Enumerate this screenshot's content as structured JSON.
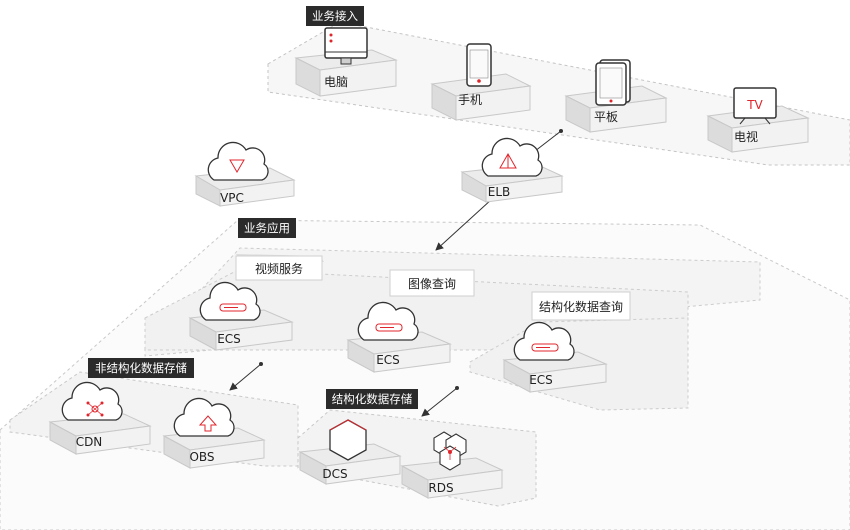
{
  "groups": {
    "access": {
      "title": "业务接入"
    },
    "app": {
      "title": "业务应用"
    },
    "unstructured": {
      "title": "非结构化数据存储"
    },
    "structured": {
      "title": "结构化数据存储"
    }
  },
  "devices": {
    "pc": {
      "label": "电脑"
    },
    "phone": {
      "label": "手机"
    },
    "tablet": {
      "label": "平板"
    },
    "tv": {
      "label": "电视",
      "screen_text": "TV"
    }
  },
  "network": {
    "vpc": {
      "label": "VPC"
    },
    "elb": {
      "label": "ELB"
    }
  },
  "services": {
    "video": {
      "title": "视频服务",
      "node": "ECS"
    },
    "image": {
      "title": "图像查询",
      "node": "ECS"
    },
    "structured_query": {
      "title": "结构化数据查询",
      "node": "ECS"
    }
  },
  "storage": {
    "cdn": {
      "label": "CDN"
    },
    "obs": {
      "label": "OBS"
    },
    "dcs": {
      "label": "DCS"
    },
    "rds": {
      "label": "RDS"
    }
  },
  "colors": {
    "accent": "#e0262d",
    "tag_bg": "#2b2b2b",
    "zone_border": "#c8c8c8"
  }
}
